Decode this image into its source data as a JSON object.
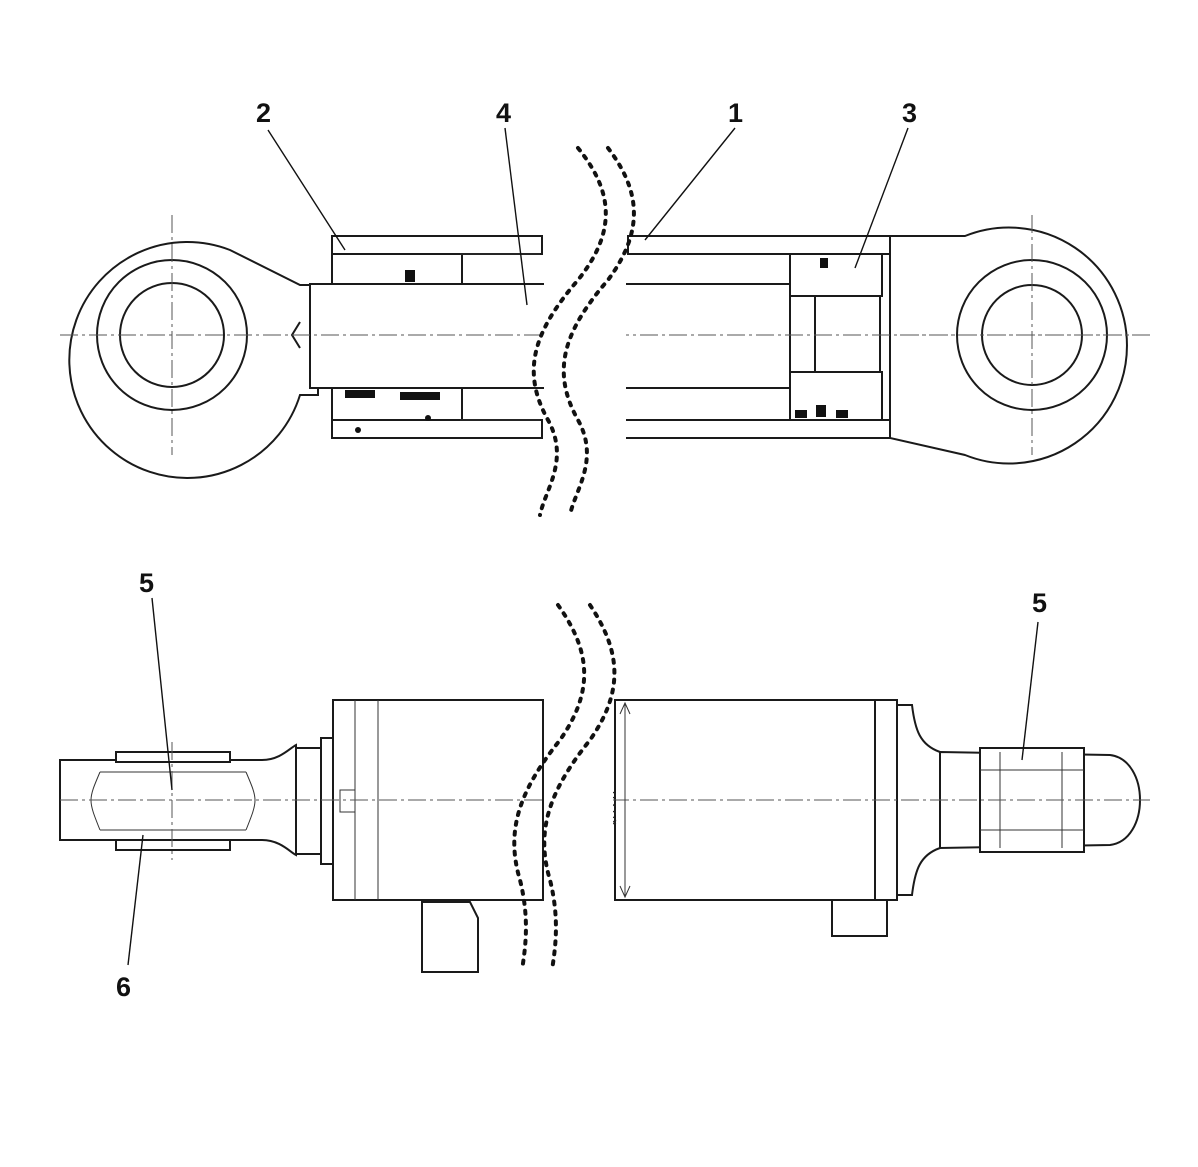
{
  "callouts": {
    "c1": "1",
    "c2": "2",
    "c3": "3",
    "c4": "4",
    "c5_left": "5",
    "c5_right": "5",
    "c6": "6"
  },
  "dimension": {
    "bore": "⌀120"
  },
  "colors": {
    "line": "#1a1a1a",
    "background": "#ffffff"
  }
}
